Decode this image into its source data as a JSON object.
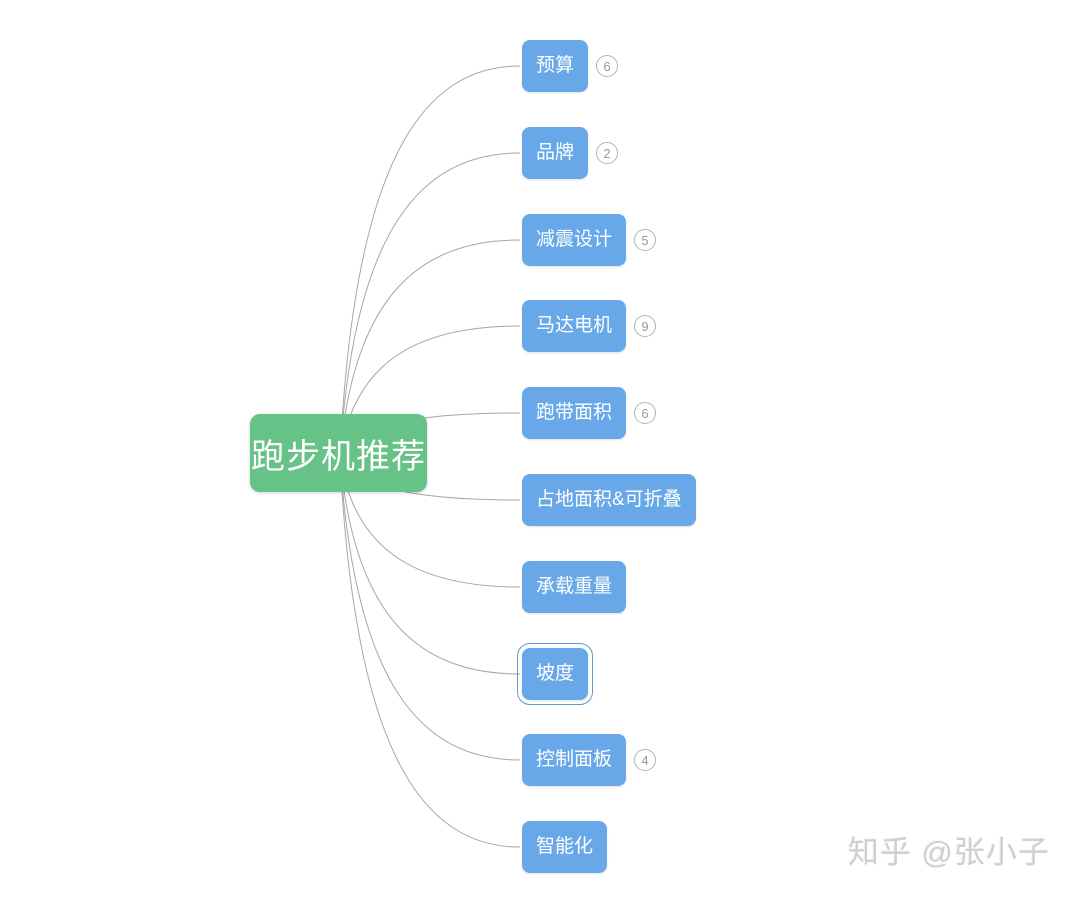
{
  "app": {
    "type": "mindmap"
  },
  "central": {
    "label": "跑步机推荐"
  },
  "branches": [
    {
      "label": "预算",
      "child_count": "6",
      "selected": false
    },
    {
      "label": "品牌",
      "child_count": "2",
      "selected": false
    },
    {
      "label": "减震设计",
      "child_count": "5",
      "selected": false
    },
    {
      "label": "马达电机",
      "child_count": "9",
      "selected": false
    },
    {
      "label": "跑带面积",
      "child_count": "6",
      "selected": false
    },
    {
      "label": "占地面积&可折叠",
      "child_count": null,
      "selected": false
    },
    {
      "label": "承载重量",
      "child_count": null,
      "selected": false
    },
    {
      "label": "坡度",
      "child_count": null,
      "selected": true
    },
    {
      "label": "控制面板",
      "child_count": "4",
      "selected": false
    },
    {
      "label": "智能化",
      "child_count": null,
      "selected": false
    }
  ],
  "colors": {
    "central_fill": "#67c287",
    "branch_fill": "#68a8e8",
    "node_text": "#ffffff",
    "connector": "#a6a6a6",
    "badge_border": "#b3b3b3",
    "badge_text": "#999999",
    "selection_outline": "#5e9ad0"
  },
  "watermark": {
    "text": "知乎 @张小子"
  }
}
